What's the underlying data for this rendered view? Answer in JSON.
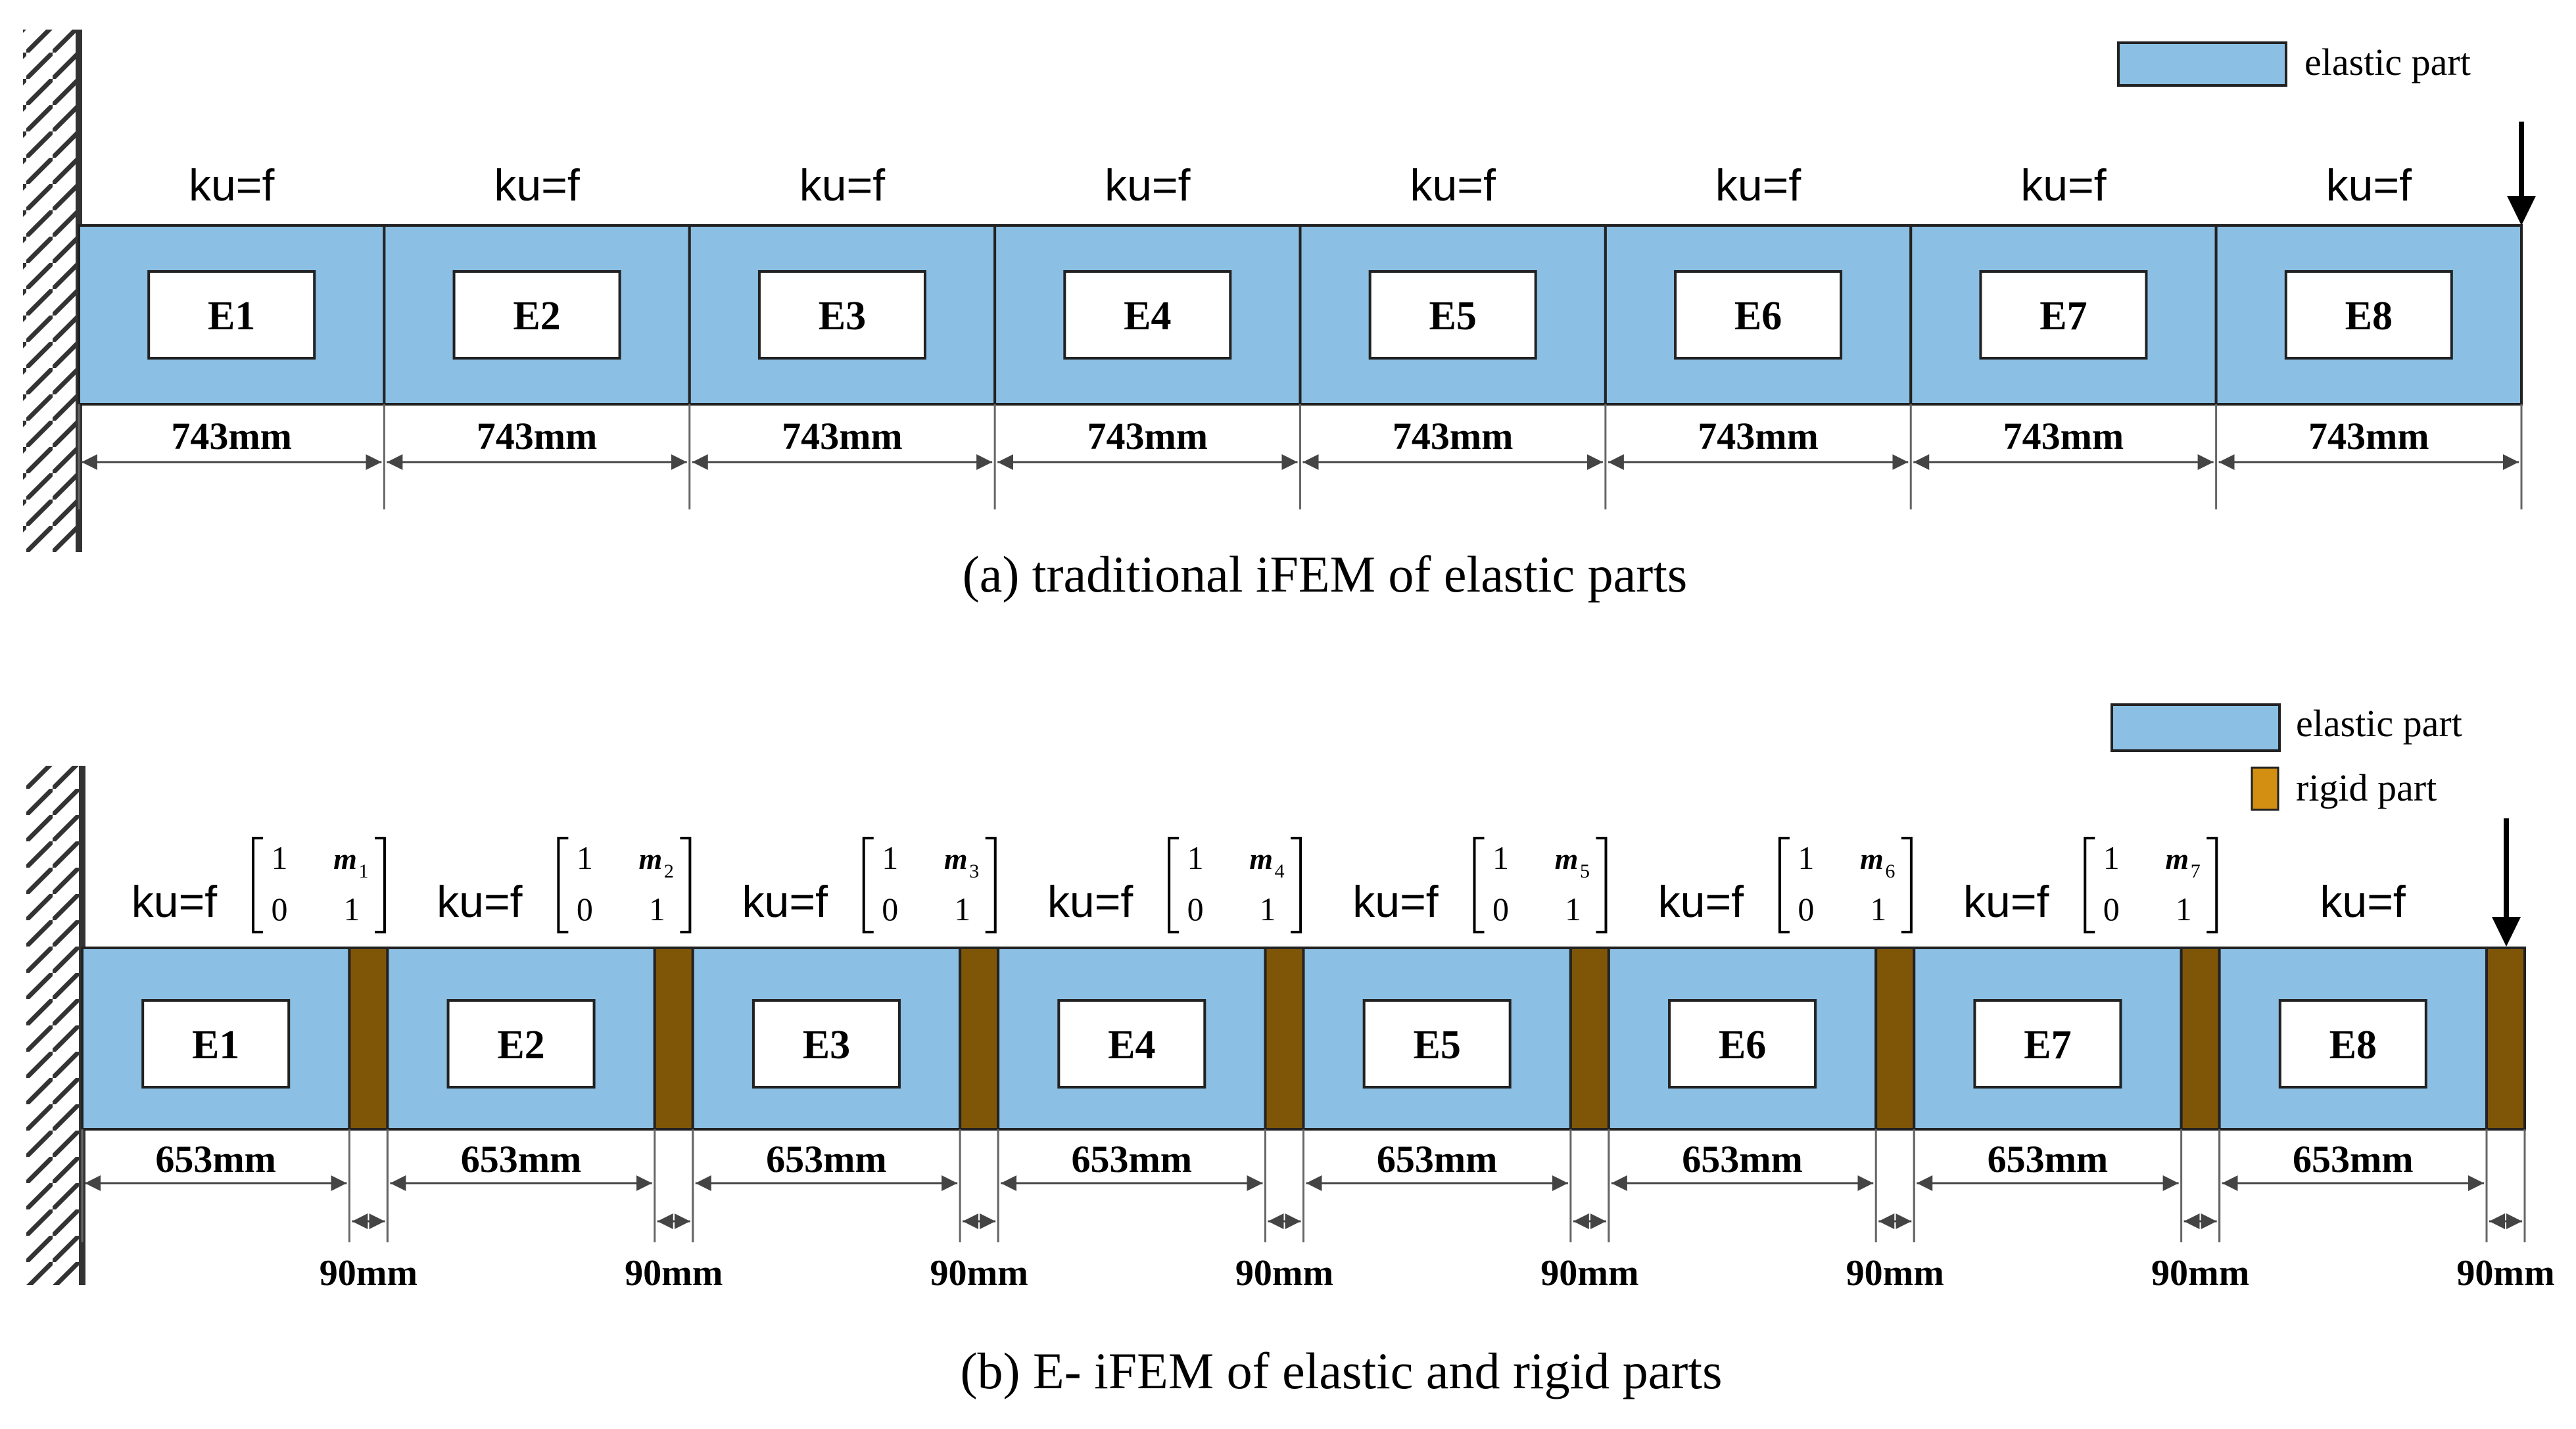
{
  "colors": {
    "elastic": "#8bbfe3",
    "rigid": "#7f5607",
    "rigid_legend": "#d28f12",
    "stroke": "#222222",
    "wall": "#333333"
  },
  "panel_a": {
    "caption": "(a) traditional iFEM of elastic parts",
    "legend": {
      "elastic_label": "elastic part"
    },
    "elements": [
      {
        "name": "E1",
        "equation": "ku=f",
        "length": "743mm"
      },
      {
        "name": "E2",
        "equation": "ku=f",
        "length": "743mm"
      },
      {
        "name": "E3",
        "equation": "ku=f",
        "length": "743mm"
      },
      {
        "name": "E4",
        "equation": "ku=f",
        "length": "743mm"
      },
      {
        "name": "E5",
        "equation": "ku=f",
        "length": "743mm"
      },
      {
        "name": "E6",
        "equation": "ku=f",
        "length": "743mm"
      },
      {
        "name": "E7",
        "equation": "ku=f",
        "length": "743mm"
      },
      {
        "name": "E8",
        "equation": "ku=f",
        "length": "743mm"
      }
    ]
  },
  "panel_b": {
    "caption": "(b) E- iFEM of elastic and rigid  parts",
    "legend": {
      "elastic_label": "elastic part",
      "rigid_label": "rigid part"
    },
    "rigid_length": "90mm",
    "elements": [
      {
        "name": "E1",
        "equation": "ku=f",
        "length": "653mm",
        "matrix": [
          "1",
          "m",
          "1",
          "0",
          "1"
        ]
      },
      {
        "name": "E2",
        "equation": "ku=f",
        "length": "653mm",
        "matrix": [
          "1",
          "m",
          "2",
          "0",
          "1"
        ]
      },
      {
        "name": "E3",
        "equation": "ku=f",
        "length": "653mm",
        "matrix": [
          "1",
          "m",
          "3",
          "0",
          "1"
        ]
      },
      {
        "name": "E4",
        "equation": "ku=f",
        "length": "653mm",
        "matrix": [
          "1",
          "m",
          "4",
          "0",
          "1"
        ]
      },
      {
        "name": "E5",
        "equation": "ku=f",
        "length": "653mm",
        "matrix": [
          "1",
          "m",
          "5",
          "0",
          "1"
        ]
      },
      {
        "name": "E6",
        "equation": "ku=f",
        "length": "653mm",
        "matrix": [
          "1",
          "m",
          "6",
          "0",
          "1"
        ]
      },
      {
        "name": "E7",
        "equation": "ku=f",
        "length": "653mm",
        "matrix": [
          "1",
          "m",
          "7",
          "0",
          "1"
        ]
      },
      {
        "name": "E8",
        "equation": "ku=f",
        "length": "653mm",
        "matrix": null
      }
    ]
  }
}
